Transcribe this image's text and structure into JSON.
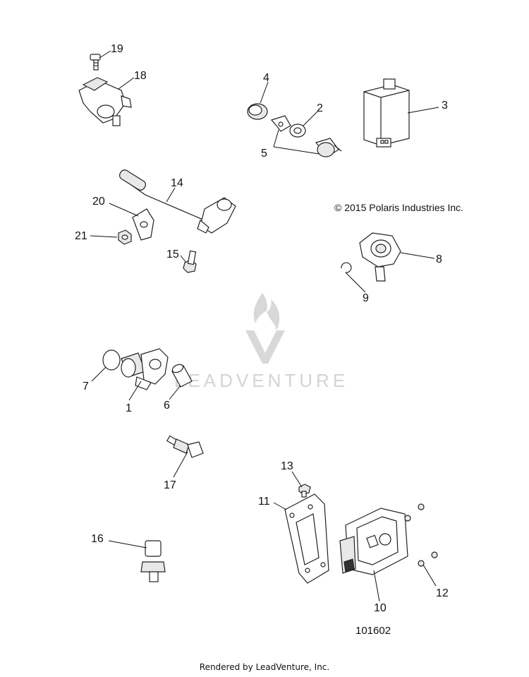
{
  "callouts": {
    "c1": "1",
    "c2": "2",
    "c3": "3",
    "c4": "4",
    "c5": "5",
    "c6": "6",
    "c7": "7",
    "c8": "8",
    "c9": "9",
    "c10": "10",
    "c11": "11",
    "c12": "12",
    "c13": "13",
    "c14": "14",
    "c15": "15",
    "c16": "16",
    "c17": "17",
    "c18": "18",
    "c19": "19",
    "c20": "20",
    "c21": "21"
  },
  "copyright": "© 2015 Polaris Industries Inc.",
  "drawing_number": "101602",
  "watermark": "LEADVENTURE",
  "footer": "Rendered by LeadVenture, Inc."
}
